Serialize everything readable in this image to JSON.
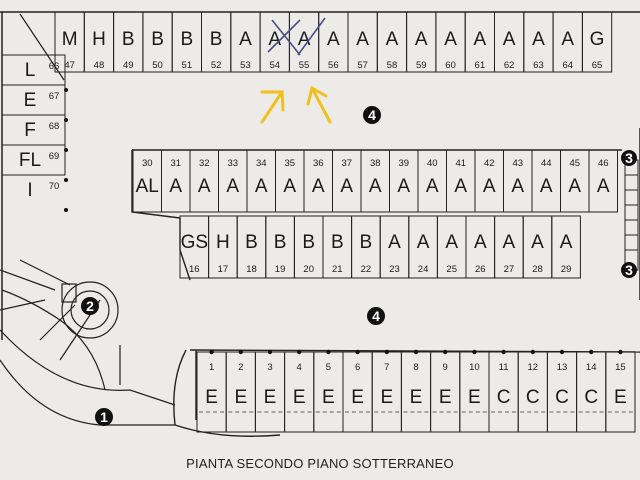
{
  "caption": "PIANTA SECONDO PIANO SOTTERRANEO",
  "colors": {
    "paper": "#ecebe8",
    "ink": "#222222",
    "pen": "#4a4f86",
    "arrows": "#f0c020"
  },
  "top_row": [
    {
      "num": "47",
      "letter": "M"
    },
    {
      "num": "48",
      "letter": "H"
    },
    {
      "num": "49",
      "letter": "B"
    },
    {
      "num": "50",
      "letter": "B"
    },
    {
      "num": "51",
      "letter": "B"
    },
    {
      "num": "52",
      "letter": "B"
    },
    {
      "num": "53",
      "letter": "A",
      "crossed": true
    },
    {
      "num": "54",
      "letter": "A",
      "crossed": true
    },
    {
      "num": "55",
      "letter": "A"
    },
    {
      "num": "56",
      "letter": "A"
    },
    {
      "num": "57",
      "letter": "A"
    },
    {
      "num": "58",
      "letter": "A"
    },
    {
      "num": "59",
      "letter": "A"
    },
    {
      "num": "60",
      "letter": "A"
    },
    {
      "num": "61",
      "letter": "A"
    },
    {
      "num": "62",
      "letter": "A"
    },
    {
      "num": "63",
      "letter": "A"
    },
    {
      "num": "64",
      "letter": "A"
    },
    {
      "num": "65",
      "letter": "G"
    }
  ],
  "left_column": [
    {
      "num": "66",
      "letter": "L"
    },
    {
      "num": "67",
      "letter": "E"
    },
    {
      "num": "68",
      "letter": "F"
    },
    {
      "num": "69",
      "letter": "FL"
    },
    {
      "num": "70",
      "letter": "I"
    }
  ],
  "middle_upper_row": [
    {
      "num": "30",
      "letter": "AL"
    },
    {
      "num": "31",
      "letter": "A"
    },
    {
      "num": "32",
      "letter": "A"
    },
    {
      "num": "33",
      "letter": "A"
    },
    {
      "num": "34",
      "letter": "A"
    },
    {
      "num": "35",
      "letter": "A"
    },
    {
      "num": "36",
      "letter": "A"
    },
    {
      "num": "37",
      "letter": "A"
    },
    {
      "num": "38",
      "letter": "A"
    },
    {
      "num": "39",
      "letter": "A"
    },
    {
      "num": "40",
      "letter": "A"
    },
    {
      "num": "41",
      "letter": "A"
    },
    {
      "num": "42",
      "letter": "A"
    },
    {
      "num": "43",
      "letter": "A"
    },
    {
      "num": "44",
      "letter": "A"
    },
    {
      "num": "45",
      "letter": "A"
    },
    {
      "num": "46",
      "letter": "A"
    }
  ],
  "middle_lower_row": [
    {
      "num": "16",
      "letter": "GS"
    },
    {
      "num": "17",
      "letter": "H"
    },
    {
      "num": "18",
      "letter": "B"
    },
    {
      "num": "19",
      "letter": "B"
    },
    {
      "num": "20",
      "letter": "B"
    },
    {
      "num": "21",
      "letter": "B"
    },
    {
      "num": "22",
      "letter": "B"
    },
    {
      "num": "23",
      "letter": "A"
    },
    {
      "num": "24",
      "letter": "A"
    },
    {
      "num": "25",
      "letter": "A"
    },
    {
      "num": "26",
      "letter": "A"
    },
    {
      "num": "27",
      "letter": "A"
    },
    {
      "num": "28",
      "letter": "A"
    },
    {
      "num": "29",
      "letter": "A"
    }
  ],
  "bottom_row": [
    {
      "num": "1",
      "letter": "E"
    },
    {
      "num": "2",
      "letter": "E"
    },
    {
      "num": "3",
      "letter": "E"
    },
    {
      "num": "4",
      "letter": "E"
    },
    {
      "num": "5",
      "letter": "E"
    },
    {
      "num": "6",
      "letter": "E"
    },
    {
      "num": "7",
      "letter": "E"
    },
    {
      "num": "8",
      "letter": "E"
    },
    {
      "num": "9",
      "letter": "E"
    },
    {
      "num": "10",
      "letter": "E"
    },
    {
      "num": "11",
      "letter": "C"
    },
    {
      "num": "12",
      "letter": "C"
    },
    {
      "num": "13",
      "letter": "C"
    },
    {
      "num": "14",
      "letter": "C"
    },
    {
      "num": "15",
      "letter": "E"
    }
  ],
  "markers": {
    "ramp": "1",
    "stairs": "2",
    "exit": "3",
    "aisle": "4"
  }
}
